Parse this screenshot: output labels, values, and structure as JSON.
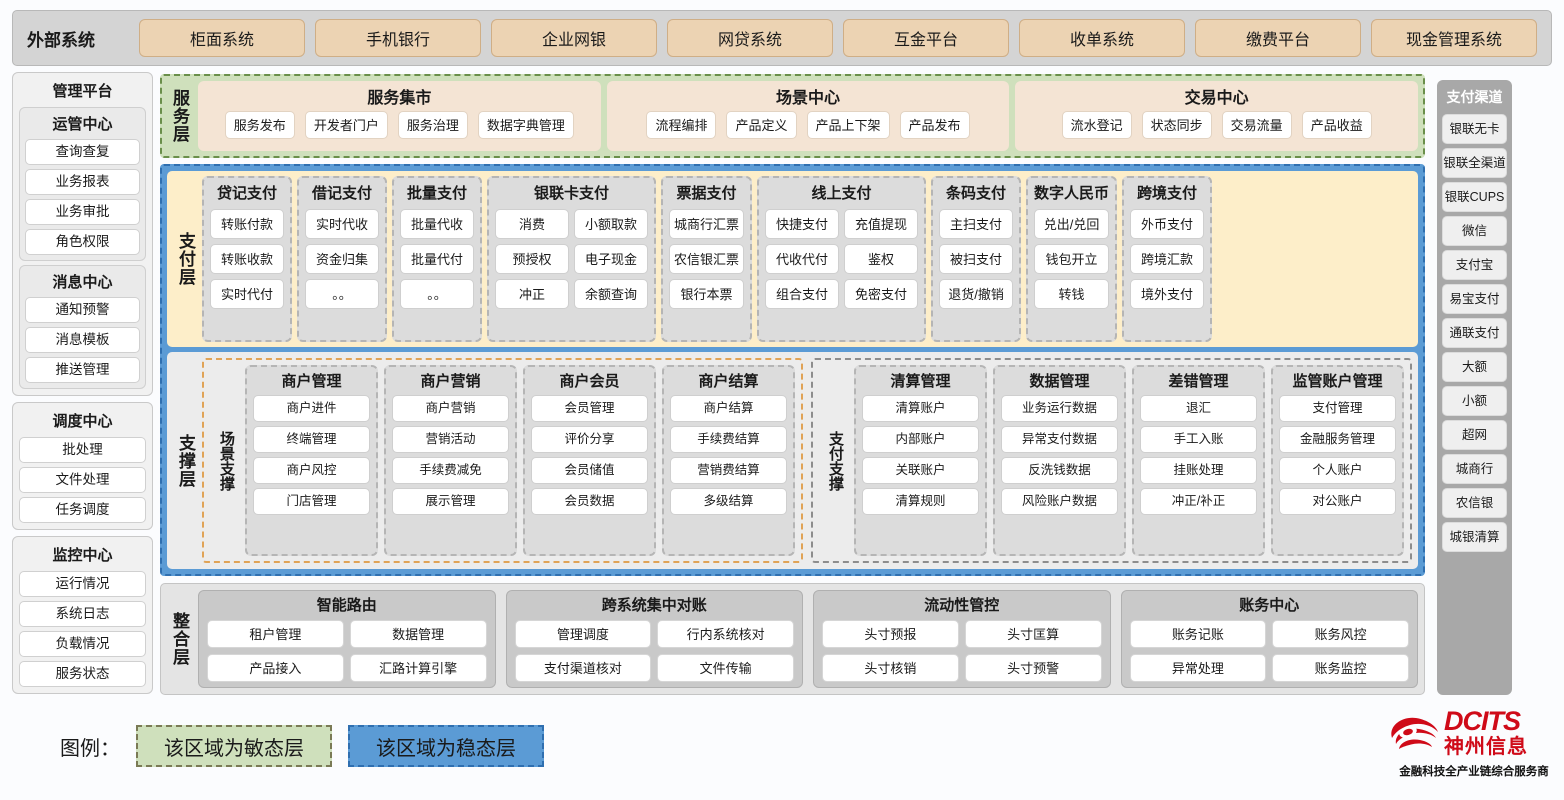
{
  "external": {
    "label": "外部系统",
    "items": [
      "柜面系统",
      "手机银行",
      "企业网银",
      "网贷系统",
      "互金平台",
      "收单系统",
      "缴费平台",
      "现金管理系统"
    ]
  },
  "management": {
    "title": "管理平台",
    "groups": [
      {
        "title": "运管中心",
        "items": [
          "查询查复",
          "业务报表",
          "业务审批",
          "角色权限"
        ]
      },
      {
        "title": "消息中心",
        "items": [
          "通知预警",
          "消息模板",
          "推送管理"
        ]
      }
    ],
    "standalone": [
      {
        "title": "调度中心",
        "items": [
          "批处理",
          "文件处理",
          "任务调度"
        ]
      },
      {
        "title": "监控中心",
        "items": [
          "运行情况",
          "系统日志",
          "负载情况",
          "服务状态"
        ]
      }
    ]
  },
  "channels": {
    "title": "支付渠道",
    "items": [
      "银联无卡",
      "银联全渠道",
      "银联CUPS",
      "微信",
      "支付宝",
      "易宝支付",
      "通联支付",
      "大额",
      "小额",
      "超网",
      "城商行",
      "农信银",
      "城银清算"
    ]
  },
  "service_layer": {
    "label": "服务层",
    "groups": [
      {
        "title": "服务集市",
        "items": [
          "服务发布",
          "开发者门户",
          "服务治理",
          "数据字典管理"
        ]
      },
      {
        "title": "场景中心",
        "items": [
          "流程编排",
          "产品定义",
          "产品上下架",
          "产品发布"
        ]
      },
      {
        "title": "交易中心",
        "items": [
          "流水登记",
          "状态同步",
          "交易流量",
          "产品收益"
        ]
      }
    ]
  },
  "payment_layer": {
    "label": "支付层",
    "columns": [
      {
        "title": "贷记支付",
        "cols": 1,
        "items": [
          "转账付款",
          "转账收款",
          "实时代付"
        ]
      },
      {
        "title": "借记支付",
        "cols": 1,
        "items": [
          "实时代收",
          "资金归集",
          "。。"
        ]
      },
      {
        "title": "批量支付",
        "cols": 1,
        "items": [
          "批量代收",
          "批量代付",
          "。。"
        ]
      },
      {
        "title": "银联卡支付",
        "cols": 2,
        "items": [
          "消费",
          "小额取款",
          "预授权",
          "电子现金",
          "冲正",
          "余额查询"
        ]
      },
      {
        "title": "票据支付",
        "cols": 1,
        "items": [
          "城商行汇票",
          "农信银汇票",
          "银行本票"
        ]
      },
      {
        "title": "线上支付",
        "cols": 2,
        "items": [
          "快捷支付",
          "充值提现",
          "代收代付",
          "鉴权",
          "组合支付",
          "免密支付"
        ]
      },
      {
        "title": "条码支付",
        "cols": 1,
        "items": [
          "主扫支付",
          "被扫支付",
          "退货/撤销"
        ]
      },
      {
        "title": "数字人民币",
        "cols": 1,
        "items": [
          "兑出/兑回",
          "钱包开立",
          "转钱"
        ]
      },
      {
        "title": "跨境支付",
        "cols": 1,
        "items": [
          "外币支付",
          "跨境汇款",
          "境外支付"
        ]
      }
    ]
  },
  "support_layer": {
    "label": "支撑层",
    "boxes": [
      {
        "label": "场景支撑",
        "columns": [
          {
            "title": "商户管理",
            "items": [
              "商户进件",
              "终端管理",
              "商户风控",
              "门店管理"
            ]
          },
          {
            "title": "商户营销",
            "items": [
              "商户营销",
              "营销活动",
              "手续费减免",
              "展示管理"
            ]
          },
          {
            "title": "商户会员",
            "items": [
              "会员管理",
              "评价分享",
              "会员储值",
              "会员数据"
            ]
          },
          {
            "title": "商户结算",
            "items": [
              "商户结算",
              "手续费结算",
              "营销费结算",
              "多级结算"
            ]
          }
        ]
      },
      {
        "label": "支付支撑",
        "columns": [
          {
            "title": "清算管理",
            "items": [
              "清算账户",
              "内部账户",
              "关联账户",
              "清算规则"
            ]
          },
          {
            "title": "数据管理",
            "items": [
              "业务运行数据",
              "异常支付数据",
              "反洗钱数据",
              "风险账户数据"
            ]
          },
          {
            "title": "差错管理",
            "items": [
              "退汇",
              "手工入账",
              "挂账处理",
              "冲正/补正"
            ]
          },
          {
            "title": "监管账户管理",
            "items": [
              "支付管理",
              "金融服务管理",
              "个人账户",
              "对公账户"
            ]
          }
        ]
      }
    ]
  },
  "integration_layer": {
    "label": "整合层",
    "groups": [
      {
        "title": "智能路由",
        "items": [
          "租户管理",
          "数据管理",
          "产品接入",
          "汇路计算引擎"
        ]
      },
      {
        "title": "跨系统集中对账",
        "items": [
          "管理调度",
          "行内系统核对",
          "支付渠道核对",
          "文件传输"
        ]
      },
      {
        "title": "流动性管控",
        "items": [
          "头寸预报",
          "头寸匡算",
          "头寸核销",
          "头寸预警"
        ]
      },
      {
        "title": "账务中心",
        "items": [
          "账务记账",
          "账务风控",
          "异常处理",
          "账务监控"
        ]
      }
    ]
  },
  "legend": {
    "label": "图例：",
    "agile": "该区域为敏态层",
    "stable": "该区域为稳态层",
    "agile_color": "#cfe0bc",
    "stable_color": "#5b9bd5"
  },
  "logo": {
    "en": "DCITS",
    "cn": "神州信息",
    "tagline": "金融科技全产业链综合服务商",
    "color": "#cf0a18"
  }
}
